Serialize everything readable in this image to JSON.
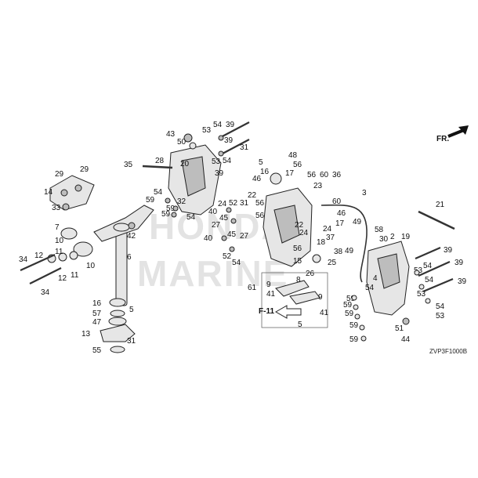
{
  "diagram": {
    "drawing_code": "ZVP3F1000B",
    "direction_label": "FR.",
    "reference_label": "F-11",
    "watermark": "HONDA MARINE",
    "callouts": {
      "c1": "2",
      "c2": "3",
      "c3": "4",
      "c4": "5",
      "c5": "5",
      "c6": "5",
      "c7": "6",
      "c8": "7",
      "c9": "8",
      "c10": "9",
      "c11": "9",
      "c12": "10",
      "c13": "10",
      "c14": "11",
      "c15": "11",
      "c16": "12",
      "c17": "12",
      "c18": "13",
      "c19": "14",
      "c20": "15",
      "c21": "16",
      "c22": "16",
      "c23": "17",
      "c24": "17",
      "c25": "18",
      "c26": "19",
      "c27": "20",
      "c28": "21",
      "c29": "22",
      "c30": "22",
      "c31": "23",
      "c32": "24",
      "c33": "24",
      "c34": "24",
      "c35": "25",
      "c36": "26",
      "c37": "27",
      "c38": "27",
      "c39": "28",
      "c40": "29",
      "c41": "29",
      "c42": "30",
      "c43": "31",
      "c44": "31",
      "c45": "31",
      "c46": "32",
      "c47": "33",
      "c48": "34",
      "c49": "34",
      "c50": "35",
      "c51": "36",
      "c52": "37",
      "c53": "38",
      "c54": "39",
      "c55": "39",
      "c56": "39",
      "c57": "39",
      "c58": "39",
      "c59": "39",
      "c60": "40",
      "c61": "40",
      "c62": "41",
      "c63": "41",
      "c64": "42",
      "c65": "43",
      "c66": "44",
      "c67": "45",
      "c68": "45",
      "c69": "46",
      "c70": "46",
      "c71": "47",
      "c72": "48",
      "c73": "49",
      "c74": "49",
      "c75": "50",
      "c76": "51",
      "c77": "52",
      "c78": "52",
      "c79": "53",
      "c80": "53",
      "c81": "53",
      "c82": "53",
      "c83": "53",
      "c84": "54",
      "c85": "54",
      "c86": "54",
      "c87": "54",
      "c88": "54",
      "c89": "54",
      "c90": "54",
      "c91": "54",
      "c92": "54",
      "c93": "55",
      "c94": "56",
      "c95": "56",
      "c96": "56",
      "c97": "56",
      "c98": "56",
      "c99": "57",
      "c100": "58",
      "c101": "59",
      "c102": "59",
      "c103": "59",
      "c104": "59",
      "c105": "59",
      "c106": "59",
      "c107": "59",
      "c108": "59",
      "c109": "60",
      "c110": "60",
      "c111": "61"
    }
  }
}
